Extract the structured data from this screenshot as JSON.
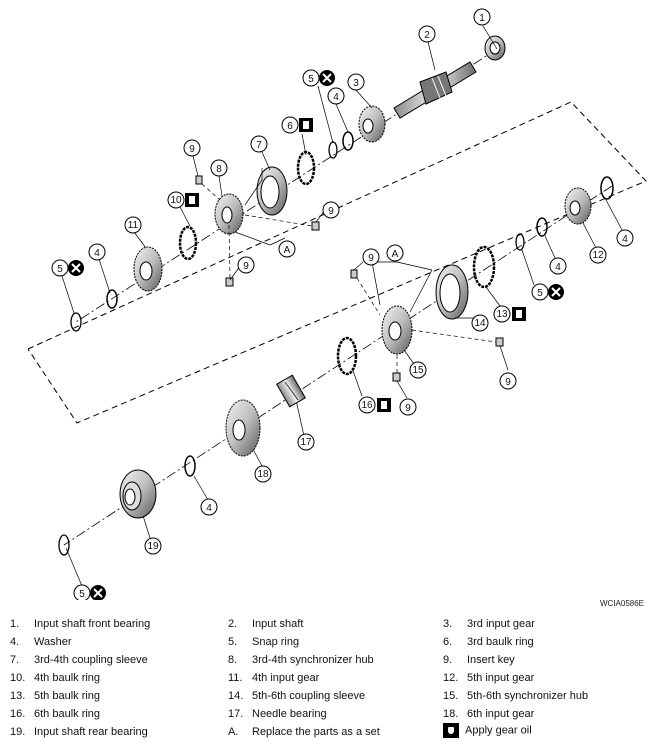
{
  "figure_code": "WCIA0586E",
  "callouts": [
    "1",
    "2",
    "3",
    "4",
    "5",
    "6",
    "7",
    "8",
    "9",
    "10",
    "11",
    "12",
    "13",
    "14",
    "15",
    "16",
    "17",
    "18",
    "19",
    "A"
  ],
  "legend": [
    {
      "num": "1.",
      "text": "Input shaft front bearing"
    },
    {
      "num": "2.",
      "text": "Input shaft"
    },
    {
      "num": "3.",
      "text": "3rd input gear"
    },
    {
      "num": "4.",
      "text": "Washer"
    },
    {
      "num": "5.",
      "text": "Snap ring"
    },
    {
      "num": "6.",
      "text": "3rd baulk ring"
    },
    {
      "num": "7.",
      "text": "3rd-4th coupling sleeve"
    },
    {
      "num": "8.",
      "text": "3rd-4th synchronizer hub"
    },
    {
      "num": "9.",
      "text": "Insert key"
    },
    {
      "num": "10.",
      "text": "4th baulk ring"
    },
    {
      "num": "11.",
      "text": "4th input gear"
    },
    {
      "num": "12.",
      "text": "5th input gear"
    },
    {
      "num": "13.",
      "text": "5th baulk ring"
    },
    {
      "num": "14.",
      "text": "5th-6th coupling sleeve"
    },
    {
      "num": "15.",
      "text": "5th-6th synchronizer hub"
    },
    {
      "num": "16.",
      "text": "6th baulk ring"
    },
    {
      "num": "17.",
      "text": "Needle bearing"
    },
    {
      "num": "18.",
      "text": "6th input gear"
    },
    {
      "num": "19.",
      "text": "Input shaft rear bearing"
    },
    {
      "num": "A.",
      "text": "Replace the parts as a set"
    },
    {
      "num": "",
      "text": "Apply gear oil",
      "icon": "gear-oil-icon"
    }
  ],
  "colors": {
    "line": "#000000",
    "part_fill": "#e8e8e8",
    "part_shade": "#9a9a9a"
  }
}
